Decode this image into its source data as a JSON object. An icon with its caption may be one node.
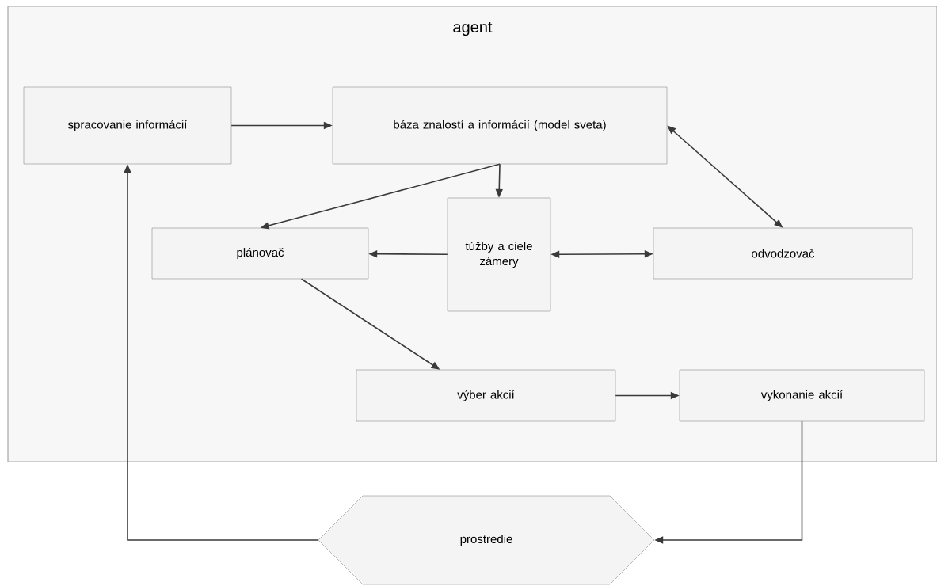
{
  "diagram": {
    "nodes": [
      {
        "text": [
          "agent"
        ]
      },
      {
        "text": [
          "spracovanie informácií"
        ],
        "in": 0
      },
      {
        "text": [
          "báza znalostí a informácií (model sveta)"
        ],
        "in": 0
      },
      {
        "text": [
          "túžby a ciele zámery"
        ],
        "in": 0
      },
      {
        "text": [
          "plánovač"
        ],
        "in": 0
      },
      {
        "text": [
          "odvodzovač"
        ],
        "in": 0
      },
      {
        "text": [
          "výber akcií"
        ],
        "in": 0
      },
      {
        "text": [
          "vykonanie akcií"
        ],
        "in": 0
      },
      {
        "text": [
          "prostredie"
        ]
      }
    ],
    "edges": [
      {
        "from": 1,
        "to": 2,
        "arrow": "to"
      },
      {
        "from": 2,
        "to": 4,
        "arrow": "to"
      },
      {
        "from": 2,
        "to": 3,
        "arrow": "to"
      },
      {
        "from": 2,
        "to": 5,
        "arrow": "both"
      },
      {
        "from": 3,
        "to": 4,
        "arrow": "to"
      },
      {
        "from": 3,
        "to": 5,
        "arrow": "both"
      },
      {
        "from": 4,
        "to": 6,
        "arrow": "to"
      },
      {
        "from": 6,
        "to": 7,
        "arrow": "to"
      },
      {
        "from": 7,
        "to": 8,
        "arrow": "to"
      },
      {
        "from": 8,
        "to": 1,
        "arrow": "to"
      }
    ]
  }
}
